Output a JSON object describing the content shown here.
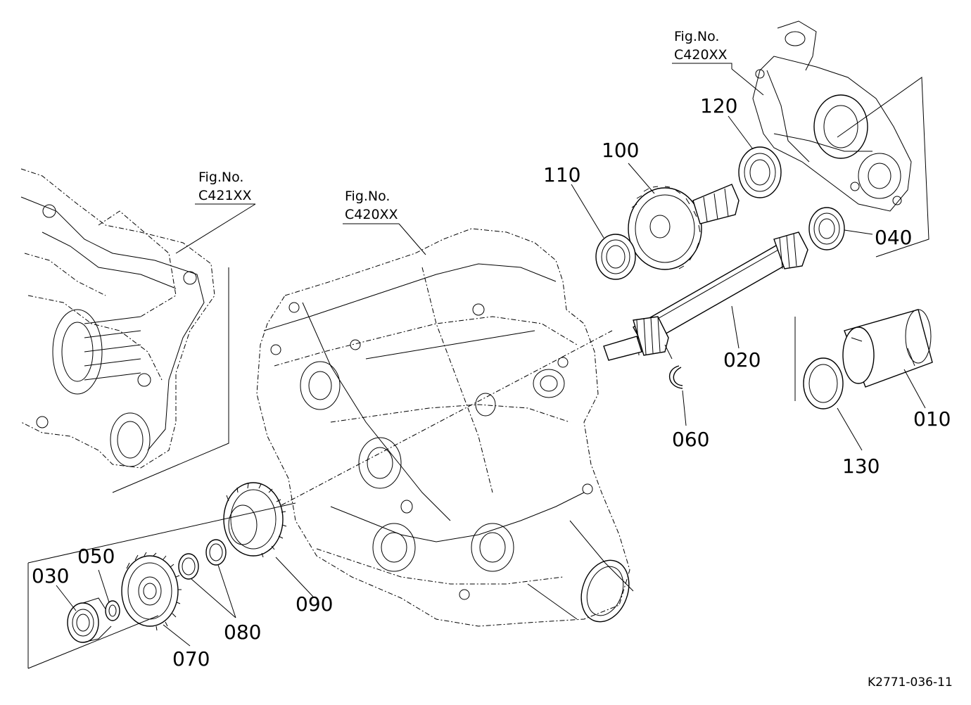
{
  "fig_refs": [
    {
      "line1": "Fig.No.",
      "line2": "C420XX"
    },
    {
      "line1": "Fig.No.",
      "line2": "C421XX"
    },
    {
      "line1": "Fig.No.",
      "line2": "C420XX"
    }
  ],
  "parts": {
    "p010": "010",
    "p020": "020",
    "p030": "030",
    "p040": "040",
    "p050": "050",
    "p060": "060",
    "p070": "070",
    "p080": "080",
    "p090": "090",
    "p100": "100",
    "p110": "110",
    "p120": "120",
    "p130": "130"
  },
  "drawing_code": "K2771-036-11"
}
